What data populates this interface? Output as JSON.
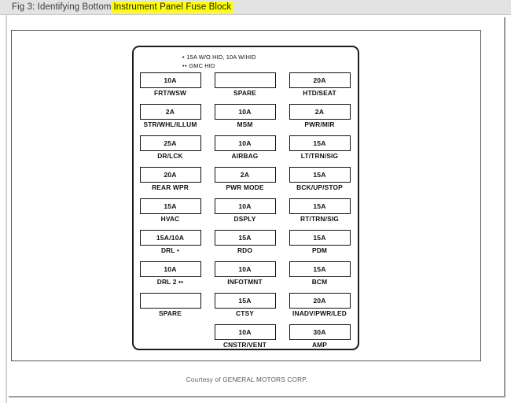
{
  "titlebar": {
    "prefix": "Fig 3: Identifying Bottom ",
    "highlight": "Instrument Panel Fuse Block",
    "highlight_color": "#ffff00",
    "background_color": "#e3e3e3"
  },
  "diagram": {
    "footnotes": [
      {
        "marker": "•",
        "text": "15A W/O HID, 10A W/HID"
      },
      {
        "marker": "••",
        "text": "GMC HID"
      }
    ],
    "rows": [
      [
        {
          "amp": "10A",
          "label": "FRT/WSW"
        },
        {
          "amp": "",
          "label": "SPARE"
        },
        {
          "amp": "20A",
          "label": "HTD/SEAT"
        }
      ],
      [
        {
          "amp": "2A",
          "label": "STR/WHL/ILLUM"
        },
        {
          "amp": "10A",
          "label": "MSM"
        },
        {
          "amp": "2A",
          "label": "PWR/MIR"
        }
      ],
      [
        {
          "amp": "25A",
          "label": "DR/LCK"
        },
        {
          "amp": "10A",
          "label": "AIRBAG"
        },
        {
          "amp": "15A",
          "label": "LT/TRN/SIG"
        }
      ],
      [
        {
          "amp": "20A",
          "label": "REAR WPR"
        },
        {
          "amp": "2A",
          "label": "PWR MODE"
        },
        {
          "amp": "15A",
          "label": "BCK/UP/STOP"
        }
      ],
      [
        {
          "amp": "15A",
          "label": "HVAC"
        },
        {
          "amp": "10A",
          "label": "DSPLY"
        },
        {
          "amp": "15A",
          "label": "RT/TRN/SIG"
        }
      ],
      [
        {
          "amp": "15A/10A",
          "label": "DRL •"
        },
        {
          "amp": "15A",
          "label": "RDO"
        },
        {
          "amp": "15A",
          "label": "PDM"
        }
      ],
      [
        {
          "amp": "10A",
          "label": "DRL 2 ••"
        },
        {
          "amp": "10A",
          "label": "INFOTMNT"
        },
        {
          "amp": "15A",
          "label": "BCM"
        }
      ],
      [
        {
          "amp": "",
          "label": "SPARE"
        },
        {
          "amp": "15A",
          "label": "CTSY"
        },
        {
          "amp": "20A",
          "label": "INADV/PWR/LED"
        }
      ],
      [
        {
          "amp": "",
          "label": "",
          "empty": true
        },
        {
          "amp": "10A",
          "label": "CNSTR/VENT"
        },
        {
          "amp": "30A",
          "label": "AMP"
        }
      ]
    ]
  },
  "courtesy": "Courtesy of GENERAL MOTORS CORP."
}
